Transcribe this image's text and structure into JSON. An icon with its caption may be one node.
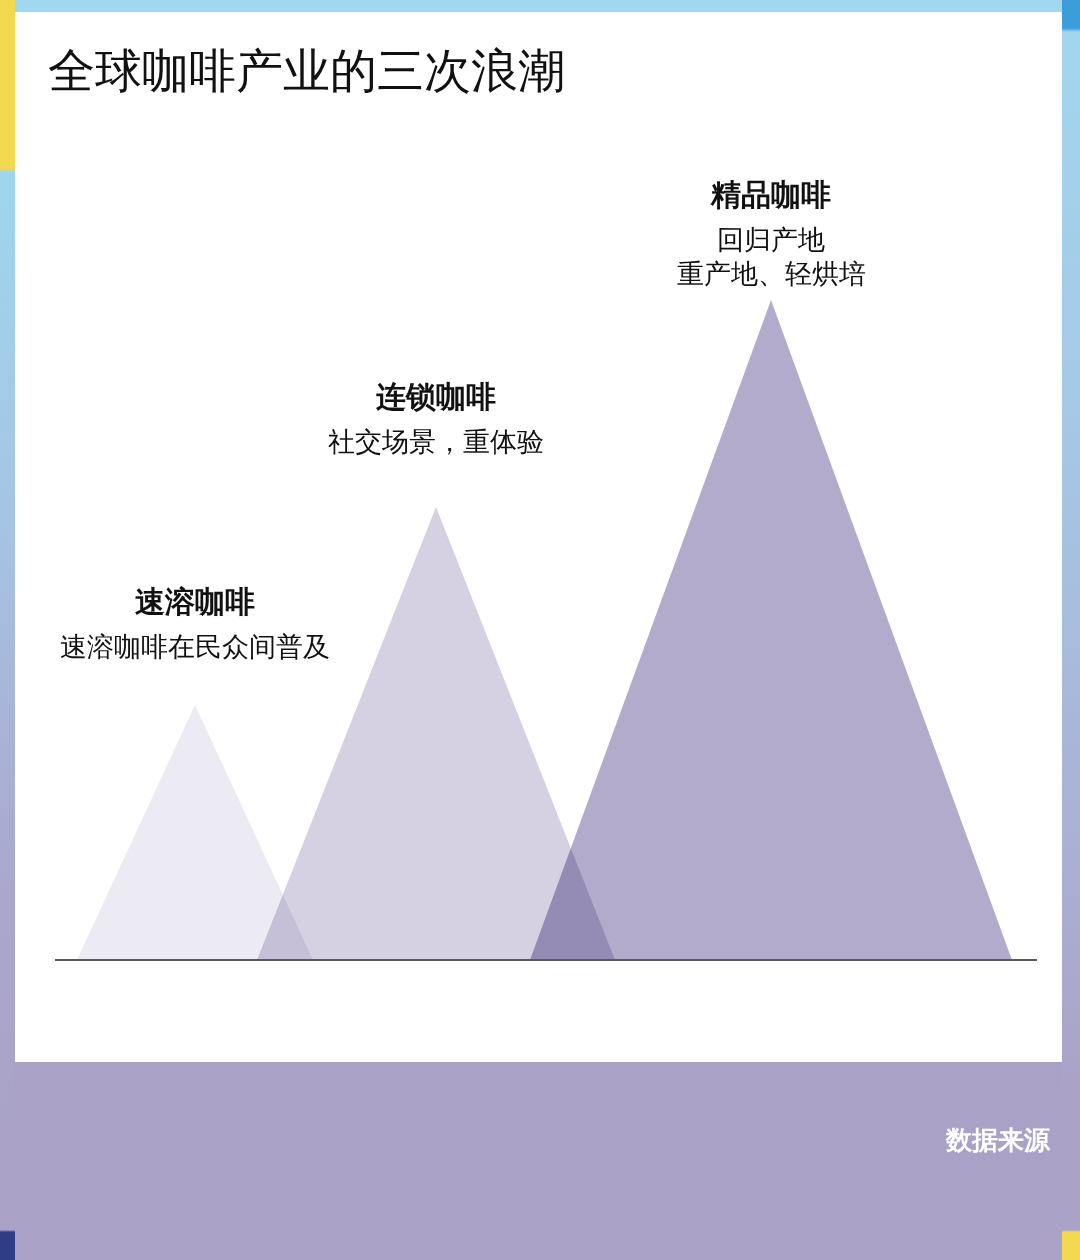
{
  "diagram": {
    "title": "全球咖啡产业的三次浪潮",
    "nodes": [
      {
        "text": [
          "速溶咖啡",
          "速溶咖啡在民众间普及"
        ]
      },
      {
        "text": [
          "连锁咖啡",
          "社交场景，重体验"
        ]
      },
      {
        "text": [
          "精品咖啡",
          "回归产地",
          "重产地、轻烘培"
        ]
      }
    ],
    "labels": [
      "数据来源"
    ]
  }
}
